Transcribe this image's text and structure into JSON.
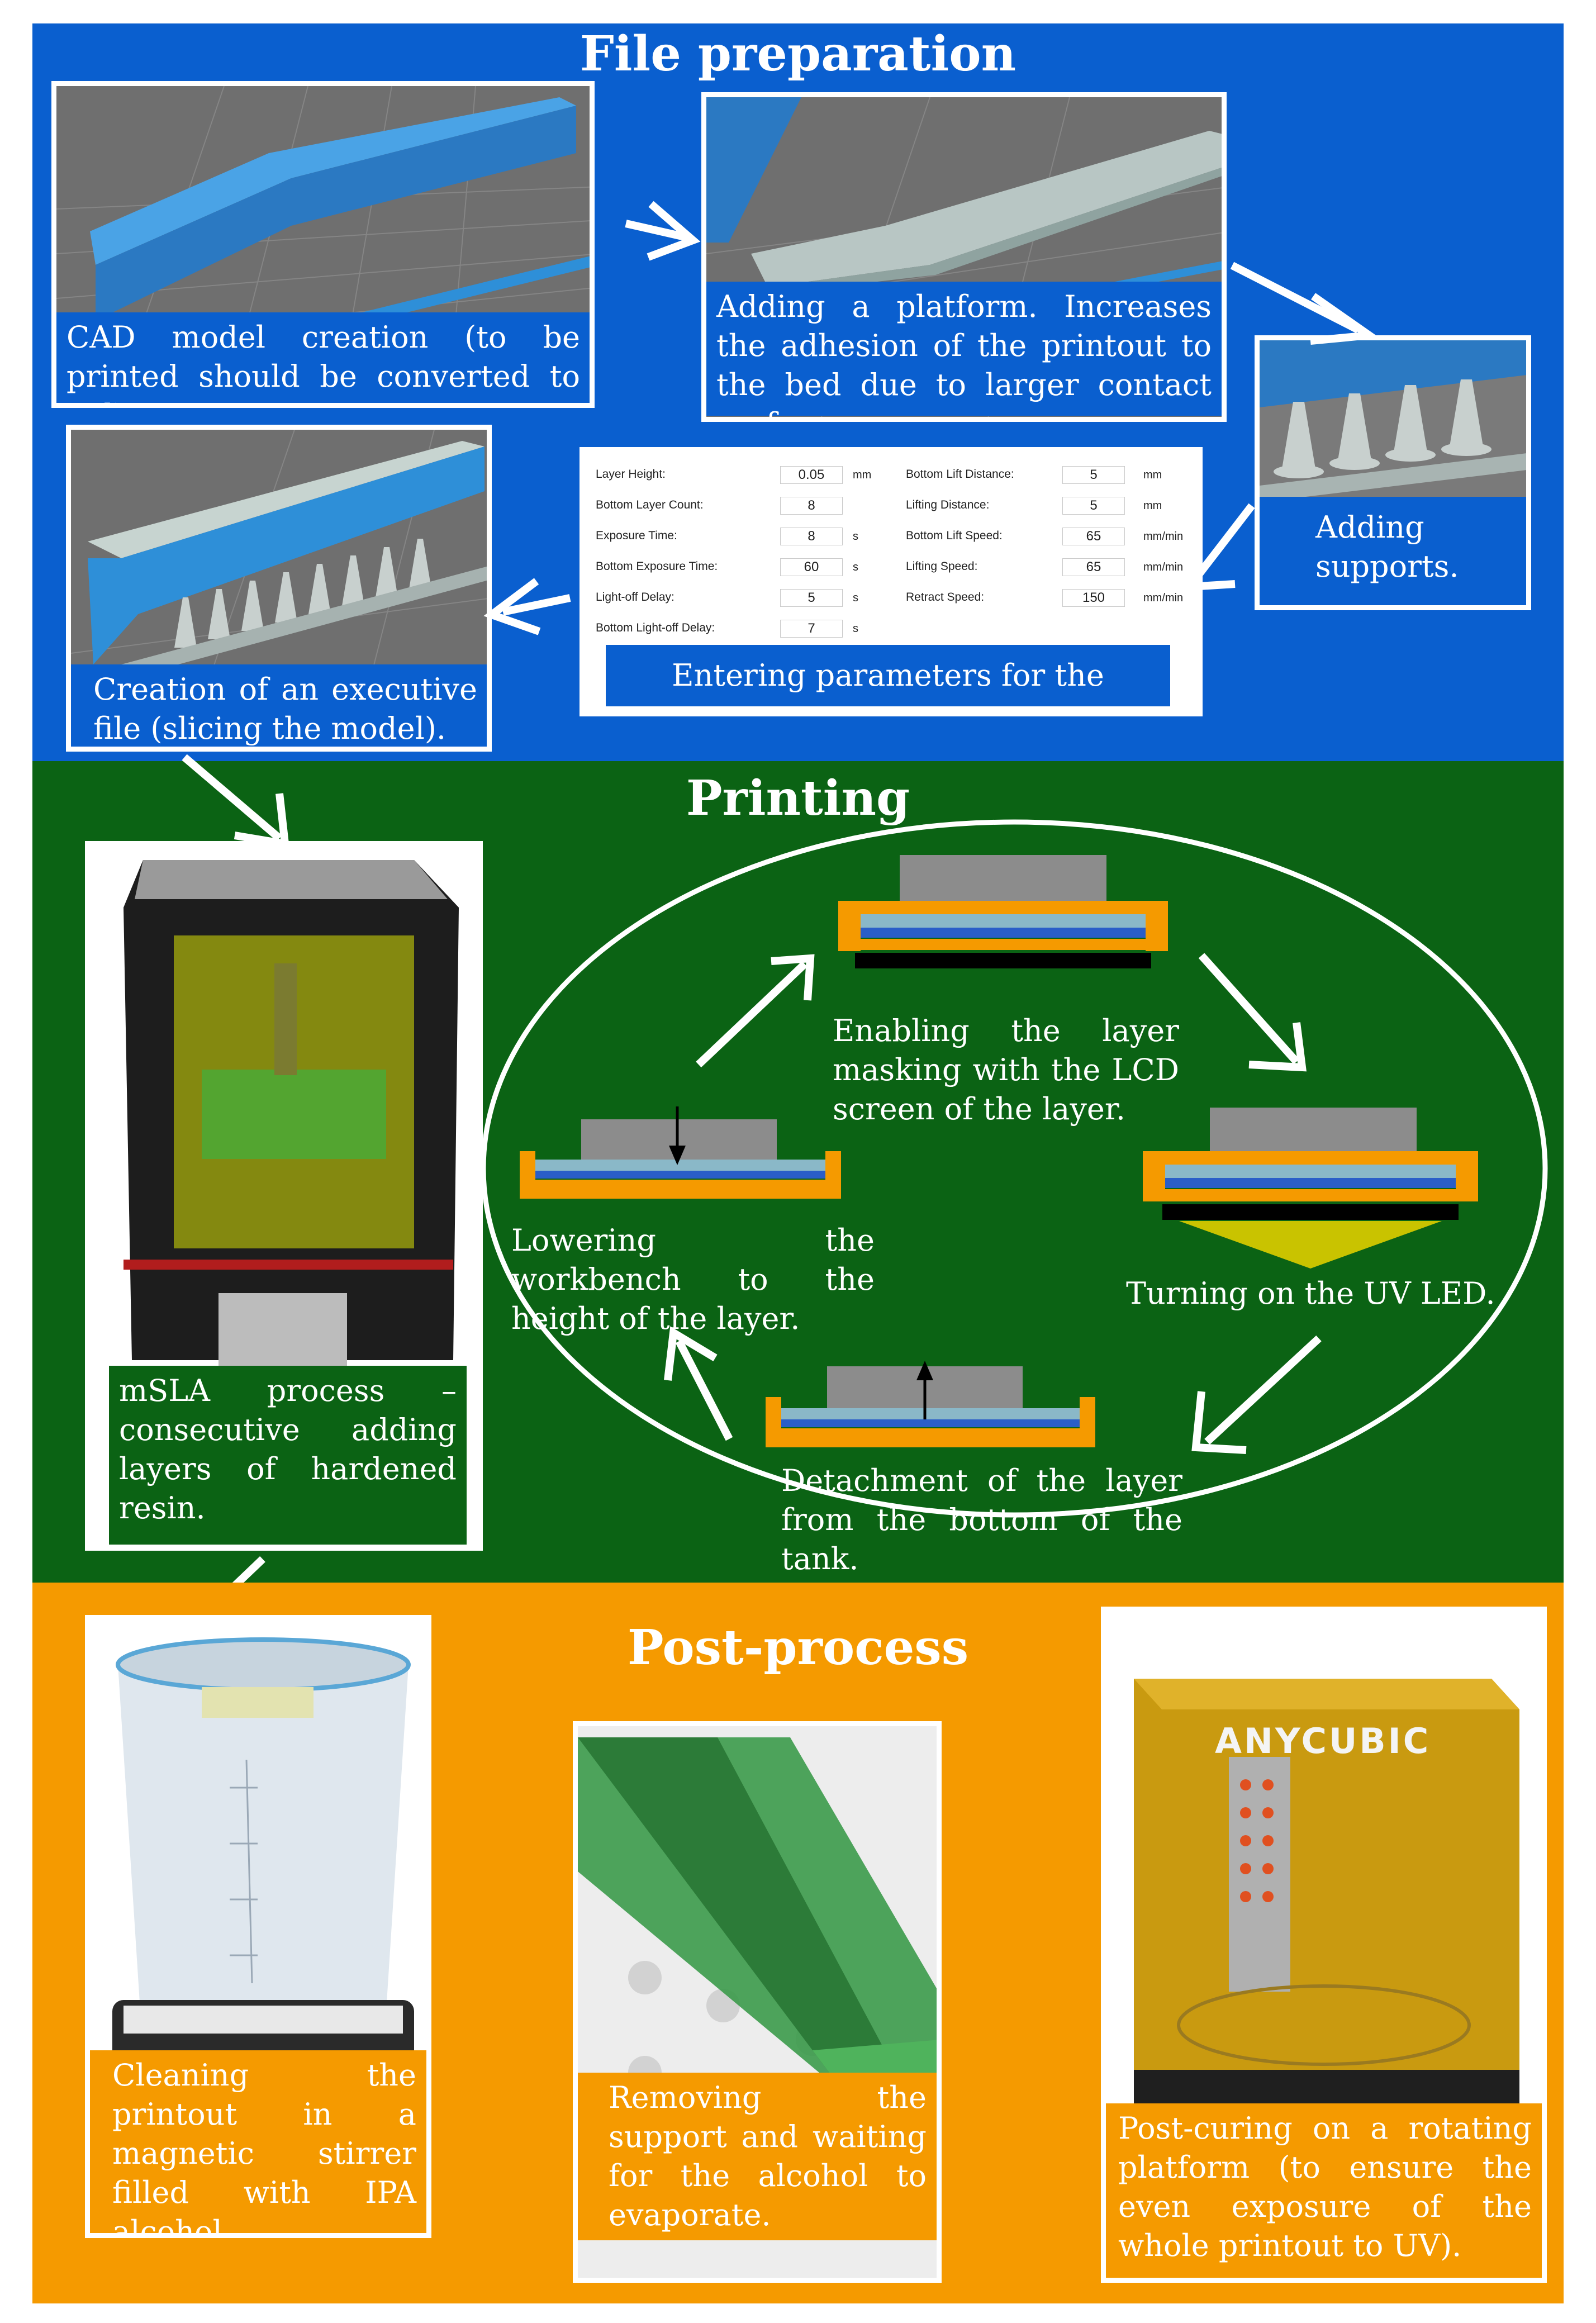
{
  "sections": {
    "file_preparation": {
      "title": "File preparation",
      "color": "#0a5fcf",
      "steps": [
        {
          "caption": "CAD model creation (to be printed should be converted to .stl)"
        },
        {
          "caption": "Adding a platform. Increases the adhesion of the printout to the bed due to larger contact surface."
        },
        {
          "caption": "Adding supports."
        },
        {
          "caption": "Entering parameters for the process."
        },
        {
          "caption": "Creation of an executive file (slicing the model)."
        }
      ],
      "parameters": {
        "left": [
          {
            "label": "Layer Height:",
            "value": "0.05",
            "unit": "mm"
          },
          {
            "label": "Bottom Layer Count:",
            "value": "8",
            "unit": ""
          },
          {
            "label": "Exposure Time:",
            "value": "8",
            "unit": "s"
          },
          {
            "label": "Bottom Exposure Time:",
            "value": "60",
            "unit": "s"
          },
          {
            "label": "Light-off Delay:",
            "value": "5",
            "unit": "s"
          },
          {
            "label": "Bottom Light-off Delay:",
            "value": "7",
            "unit": "s"
          }
        ],
        "right": [
          {
            "label": "Bottom Lift Distance:",
            "value": "5",
            "unit": "mm"
          },
          {
            "label": "Lifting Distance:",
            "value": "5",
            "unit": "mm"
          },
          {
            "label": "Bottom Lift Speed:",
            "value": "65",
            "unit": "mm/min"
          },
          {
            "label": "Lifting Speed:",
            "value": "65",
            "unit": "mm/min"
          },
          {
            "label": "Retract Speed:",
            "value": "150",
            "unit": "mm/min"
          }
        ]
      }
    },
    "printing": {
      "title": "Printing",
      "color": "#0b6314",
      "printer_caption": "mSLA process – consecutive adding layers of hardened resin.",
      "cycle": [
        {
          "caption": "Enabling the layer masking with the LCD screen of the layer."
        },
        {
          "caption": "Turning on the UV LED."
        },
        {
          "caption": "Detachment of the layer from the bottom of the tank."
        },
        {
          "caption": "Lowering the workbench to the height of the layer."
        }
      ]
    },
    "post_process": {
      "title": "Post-process",
      "color": "#f59a00",
      "steps": [
        {
          "caption": "Cleaning the printout in a magnetic stirrer filled with IPA alcohol."
        },
        {
          "caption": "Removing the support and waiting for the alcohol to evaporate."
        },
        {
          "caption": "Post-curing on a rotating platform (to ensure the even exposure of the whole printout to UV)."
        }
      ],
      "brand_text": "ANYCUBIC"
    }
  }
}
